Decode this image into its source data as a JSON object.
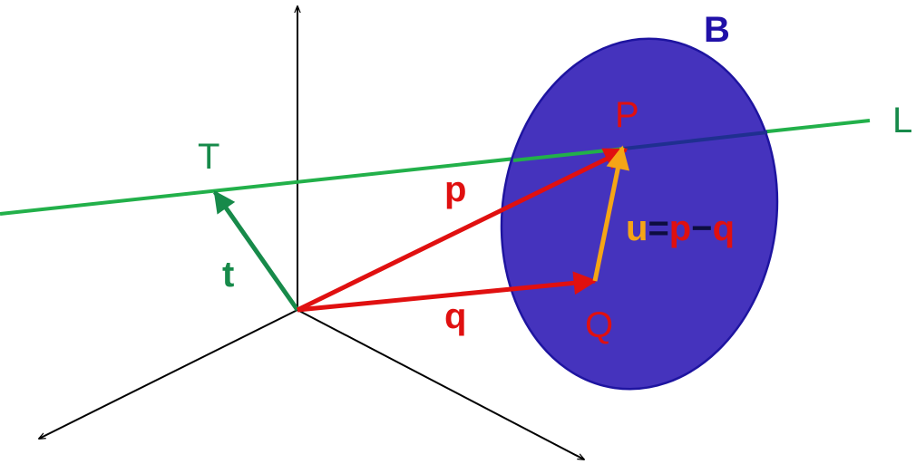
{
  "labels": {
    "B": "B",
    "L": "L",
    "T": "T",
    "t": "t",
    "p": "p",
    "q": "q",
    "P": "P",
    "Q": "Q",
    "eq_u": "u",
    "eq_eq": "=",
    "eq_p": "p",
    "eq_minus": "−",
    "eq_q": "q"
  },
  "colors": {
    "blob_fill": "#4533bd",
    "blob_stroke": "#1e14a0",
    "blob_label": "#2010a8",
    "line": "#22b04a",
    "line_hidden": "#1f2f90",
    "green_vector": "#178a4a",
    "red": "#e01010",
    "orange": "#f5a516",
    "axis": "#000000"
  }
}
